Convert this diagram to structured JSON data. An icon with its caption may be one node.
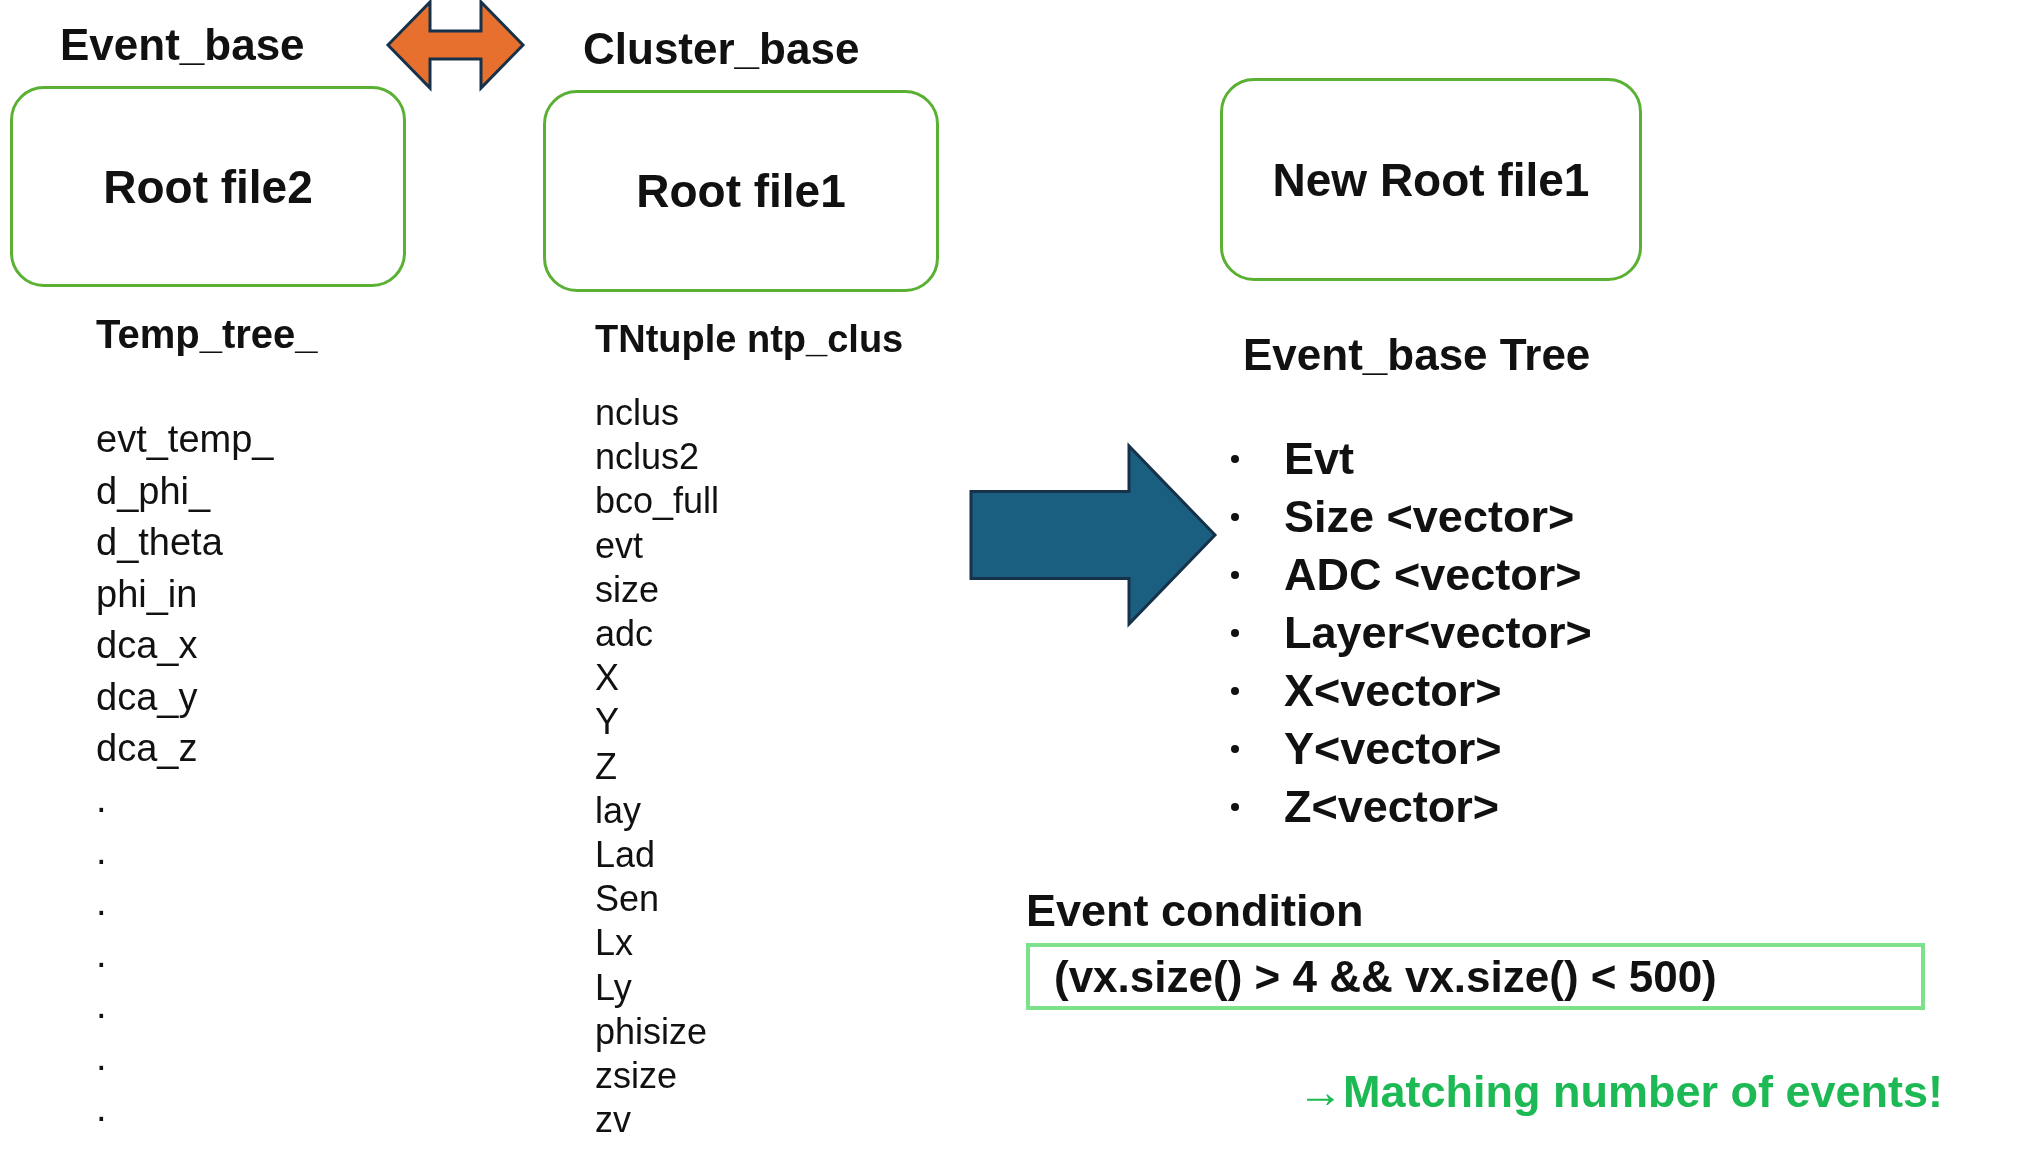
{
  "diagram": {
    "nodes": [
      {
        "text": [
          "Root file2"
        ],
        "beside": [
          "Event_base"
        ]
      },
      {
        "text": [
          "Root file1"
        ],
        "beside": [
          "Cluster_base"
        ]
      },
      {
        "text": [
          "New Root file1"
        ]
      },
      {
        "text": [
          "TNtuple ntp_clus",
          "nclus",
          "nclus2",
          "bco_full",
          "evt",
          "size",
          "adc",
          "X",
          "Y",
          "Z",
          "lay",
          "Lad",
          "Sen",
          "Lx",
          "Ly",
          "phisize",
          "zsize",
          "zv"
        ]
      },
      {
        "text": [
          "Event_base Tree",
          "Evt",
          "Size <vector>",
          "ADC <vector>",
          "Layer<vector>",
          "X<vector>",
          "Y<vector>",
          "Z<vector>"
        ]
      },
      {
        "text": [
          "Event condition",
          "(vx.size() > 4 && vx.size() < 500)"
        ]
      }
    ],
    "edges": [
      {
        "from": 0,
        "to": 1,
        "arrow": "both",
        "style": "thick",
        "color": "#e8702e"
      },
      {
        "from": 3,
        "to": 4,
        "arrow": "to",
        "style": "thick",
        "color": "#1a5e80"
      }
    ],
    "labels": [
      "Temp_tree_",
      "evt_temp_",
      "d_phi_",
      "d_theta",
      "phi_in",
      "dca_x",
      "dca_y",
      "dca_z",
      ".",
      ".",
      ".",
      ".",
      ".",
      ".",
      ".",
      "→Matching number of events!"
    ]
  }
}
